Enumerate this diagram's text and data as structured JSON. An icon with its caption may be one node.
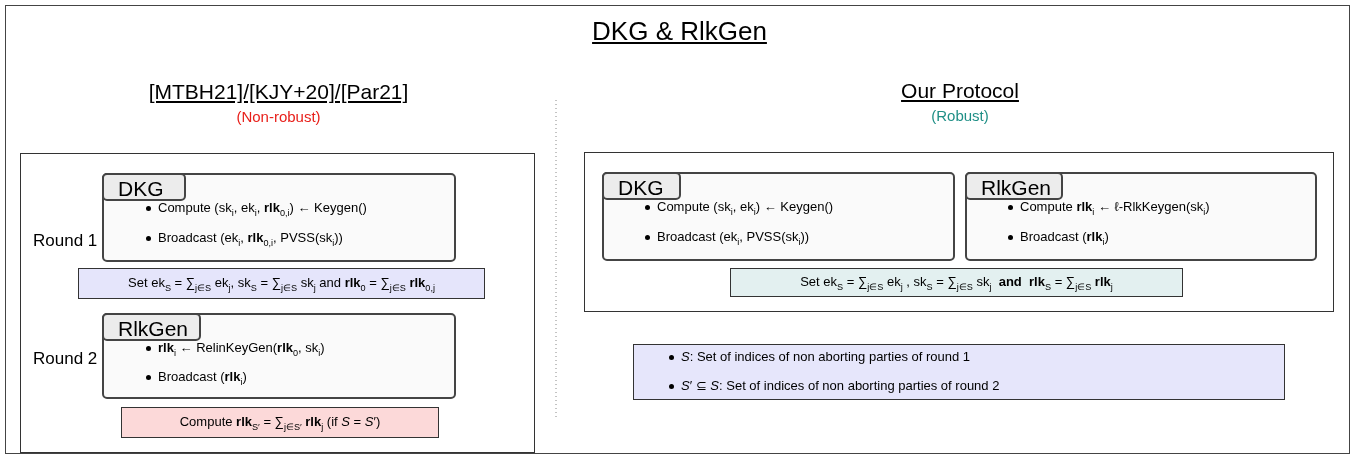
{
  "diagram": {
    "title": "DKG & RlkGen",
    "nodes": [
      {
        "text": [
          "[MTBH21]/[KJY+20]/[Par21]",
          "(Non-robust)"
        ]
      },
      {
        "text": [
          "DKG",
          "Compute (sk$_{i}$, ek$_{i}$, **rlk**$_{0,i}$) ← Keygen()",
          "Broadcast (ek$_{i}$, **rlk**$_{0,i}$, PVSS(sk$_{i}$))"
        ],
        "in": 0,
        "beside": [
          "Round 1"
        ]
      },
      {
        "text": [
          "Set ek$_{S}$ = ∑$_{j∈S}$ ek$_{j}$, sk$_{S}$ = ∑$_{j∈S}$ sk$_{j}$ and **rlk**$_{0}$ = ∑$_{j∈S}$ **rlk**$_{0,j}$"
        ],
        "in": 0
      },
      {
        "text": [
          "RlkGen",
          "**rlk**$_{i}$ ← RelinKeyGen(**rlk**$_{0}$, sk$_{i}$)",
          "Broadcast (**rlk**$_{i}$)"
        ],
        "in": 0,
        "beside": [
          "Round 2"
        ]
      },
      {
        "text": [
          "Compute **rlk**$_{S′}$ = ∑$_{j∈S′}$ **rlk**$_{j}$ (if *S* = *S*′)"
        ],
        "in": 0
      },
      {
        "text": [
          "Our Protocol",
          "(Robust)"
        ]
      },
      {
        "text": [
          "DKG",
          "Compute (sk$_{i}$, ek$_{i}$) ← Keygen()",
          "Broadcast (ek$_{i}$, PVSS(sk$_{i}$))"
        ],
        "in": 5
      },
      {
        "text": [
          "RlkGen",
          "Compute **rlk**$_{i}$ ← ℓ-RlkKeygen(sk$_{i}$)",
          "Broadcast (**rlk**$_{i}$)"
        ],
        "in": 5
      },
      {
        "text": [
          "Set ek$_{S}$ = ∑$_{j∈S}$ ek$_{j}$ , sk$_{S}$ = ∑$_{j∈S}$ sk$_{j}$  **and**  **rlk**$_{S}$ = ∑$_{j∈S}$ **rlk**$_{j}$"
        ],
        "in": 5
      },
      {
        "text": [
          "*S*: Set of indices of non aborting parties of round 1",
          "*S*′ ⊆ *S*: Set of indices of non aborting parties of round 2"
        ]
      }
    ]
  }
}
